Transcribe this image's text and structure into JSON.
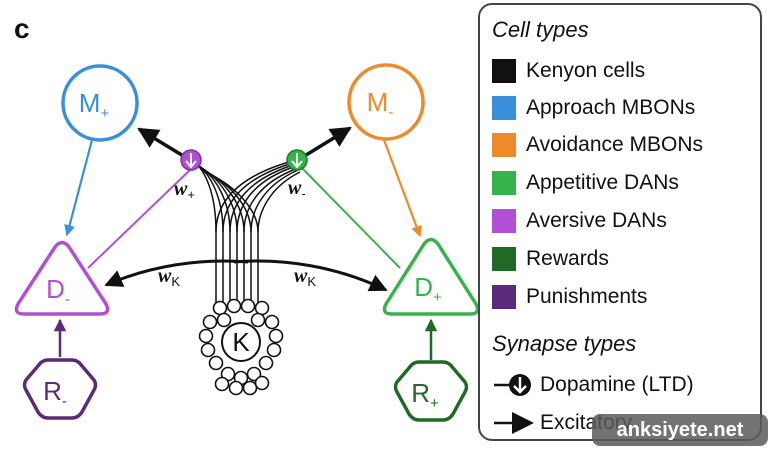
{
  "panel_letter": "c",
  "colors": {
    "kenyon": "#111111",
    "approach": "#3a8fdd",
    "avoidance": "#ef8a2a",
    "appetitive": "#36b34a",
    "aversive": "#b24fd6",
    "rewards": "#1e6a26",
    "punishments": "#5c2a7a"
  },
  "nodes": {
    "m_plus": {
      "main": "M",
      "sub": "+"
    },
    "m_minus": {
      "main": "M",
      "sub": "-"
    },
    "d_minus": {
      "main": "D",
      "sub": "-"
    },
    "d_plus": {
      "main": "D",
      "sub": "+"
    },
    "r_minus": {
      "main": "R",
      "sub": "-"
    },
    "r_plus": {
      "main": "R",
      "sub": "+"
    },
    "kenyon": {
      "main": "K"
    }
  },
  "weights": {
    "w_plus": {
      "main": "w",
      "sub": "+"
    },
    "w_minus": {
      "main": "w",
      "sub": "-"
    },
    "w_k_left": {
      "main": "w",
      "sub": "K"
    },
    "w_k_right": {
      "main": "w",
      "sub": "K"
    }
  },
  "legend": {
    "cell_types_title": "Cell types",
    "cell_types": [
      {
        "label": "Kenyon cells",
        "color": "#111111"
      },
      {
        "label": "Approach MBONs",
        "color": "#3a8fdd"
      },
      {
        "label": "Avoidance MBONs",
        "color": "#ef8a2a"
      },
      {
        "label": "Appetitive DANs",
        "color": "#36b34a"
      },
      {
        "label": "Aversive DANs",
        "color": "#b24fd6"
      },
      {
        "label": "Rewards",
        "color": "#1e6a26"
      },
      {
        "label": "Punishments",
        "color": "#5c2a7a"
      }
    ],
    "synapse_types_title": "Synapse types",
    "synapse_types": [
      {
        "label": "Dopamine (LTD)",
        "icon": "dopamine-synapse-icon"
      },
      {
        "label": "Excitatory",
        "icon": "excitatory-arrow-icon"
      }
    ]
  },
  "watermark": "anksiyete.net"
}
